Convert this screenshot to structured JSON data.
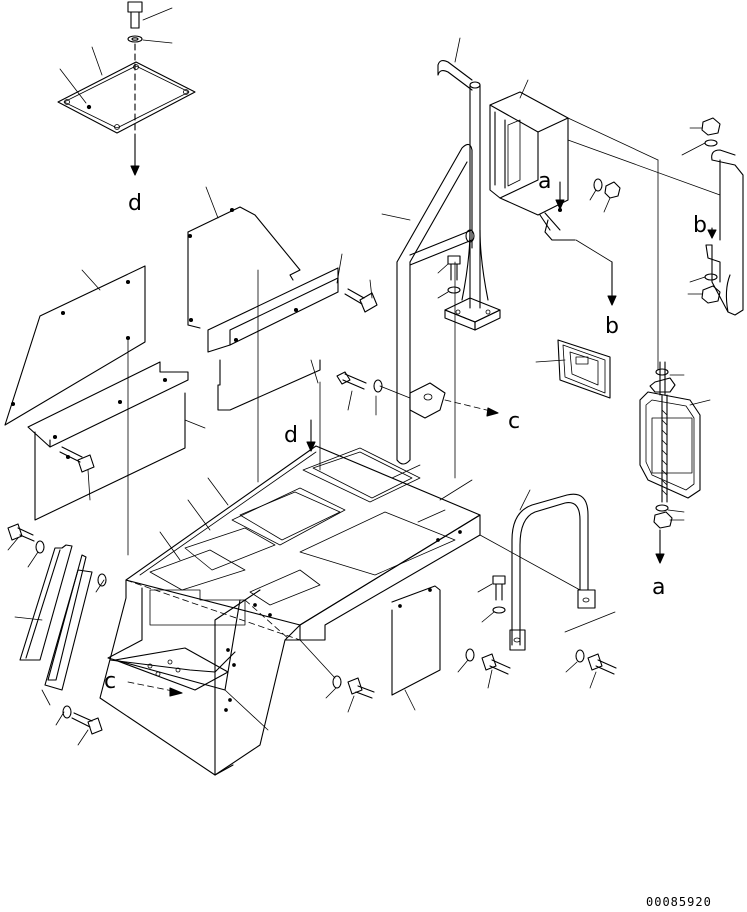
{
  "drawing": {
    "refs": {
      "a_top": "a",
      "a_bottom": "a",
      "b_right": "b",
      "b_center": "b",
      "c_right": "c",
      "c_lower": "c",
      "d_top": "d",
      "d_center": "d"
    },
    "drawing_number": "00085920"
  }
}
